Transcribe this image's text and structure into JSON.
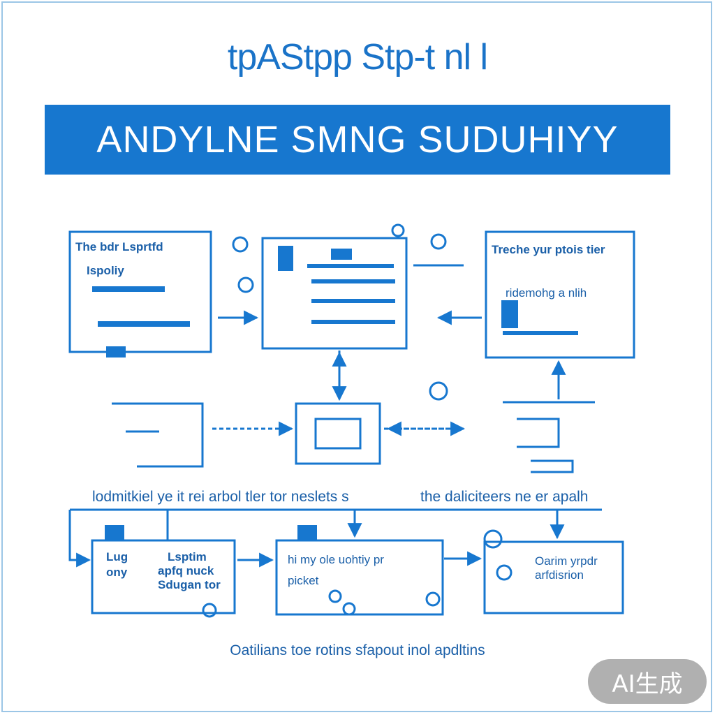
{
  "title": "tpAStpp Stp-t nl l",
  "banner": "ANDYLNE SMNG SUDUHIYY",
  "boxes": {
    "top_left": {
      "line1": "The bdr Lsprtfd",
      "line2": "Ispoliy"
    },
    "top_right": {
      "line1": "Treche yur ptois tier",
      "line2": "ridemohg a nlih"
    },
    "bottom_left": {
      "left1": "Lug",
      "left2": "ony",
      "right1": "Lsptim",
      "right2": "apfq nuck",
      "right3": "Sdugan tor"
    },
    "bottom_mid": {
      "line1": "hi my ole uohtiy pr",
      "line2": "picket"
    },
    "bottom_right": {
      "line1": "Oarim yrpdr",
      "line2": "arfdisrion"
    }
  },
  "mid_labels": {
    "left": "lodmitkiel ye it rei arbol tler tor neslets s",
    "right": "the daliciteers ne er apalh"
  },
  "footer": "Oatilians toe rotins sfapout inol apdltins",
  "badge": "AI生成",
  "colors": {
    "accent": "#1777cf",
    "ink": "#1a5fa8",
    "badge": "#969696"
  }
}
